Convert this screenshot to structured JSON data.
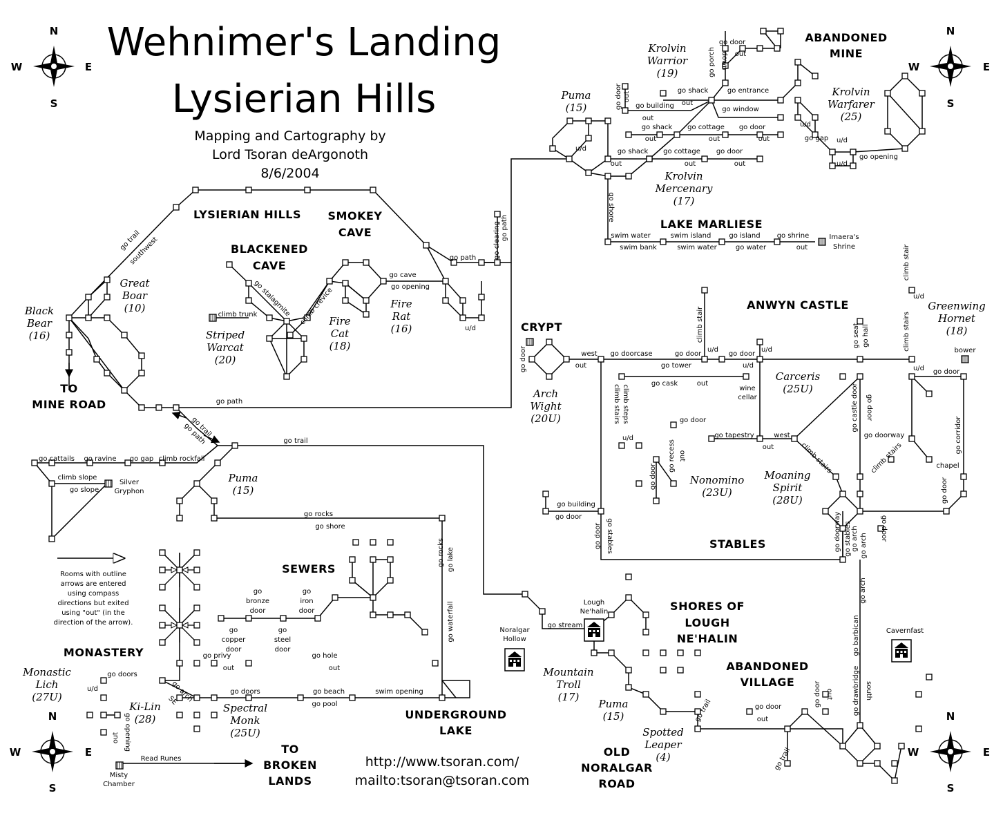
{
  "title": {
    "line1": "Wehnimer's Landing",
    "line2": "Lysierian Hills",
    "credit1": "Mapping and Cartography by",
    "credit2": "Lord Tsoran deArgonoth",
    "date": "8/6/2004"
  },
  "compass": {
    "n": "N",
    "s": "S",
    "e": "E",
    "w": "W"
  },
  "regions": {
    "lysierian_hills": "LYSIERIAN HILLS",
    "smokey_cave_1": "SMOKEY",
    "smokey_cave_2": "CAVE",
    "blackened_cave_1": "BLACKENED",
    "blackened_cave_2": "CAVE",
    "abandoned_mine_1": "ABANDONED",
    "abandoned_mine_2": "MINE",
    "lake_marliese": "LAKE MARLIESE",
    "anwyn_castle": "ANWYN CASTLE",
    "crypt": "CRYPT",
    "stables": "STABLES",
    "sewers": "SEWERS",
    "monastery": "MONASTERY",
    "underground_lake_1": "UNDERGROUND",
    "underground_lake_2": "LAKE",
    "shores_1": "SHORES OF",
    "shores_2": "LOUGH",
    "shores_3": "NE'HALIN",
    "abandoned_village_1": "ABANDONED",
    "abandoned_village_2": "VILLAGE",
    "to_mine_road_1": "TO",
    "to_mine_road_2": "MINE ROAD",
    "to_broken_1": "TO",
    "to_broken_2": "BROKEN",
    "to_broken_3": "LANDS",
    "old_noralgar_1": "OLD",
    "old_noralgar_2": "NORALGAR",
    "old_noralgar_3": "ROAD"
  },
  "mobs": {
    "black_bear": [
      "Black",
      "Bear",
      "(16)"
    ],
    "great_boar": [
      "Great",
      "Boar",
      "(10)"
    ],
    "striped_warcat": [
      "Striped",
      "Warcat",
      "(20)"
    ],
    "fire_cat": [
      "Fire",
      "Cat",
      "(18)"
    ],
    "fire_rat": [
      "Fire",
      "Rat",
      "(16)"
    ],
    "puma_top": [
      "Puma",
      "(15)"
    ],
    "krolvin_warrior": [
      "Krolvin",
      "Warrior",
      "(19)"
    ],
    "krolvin_warfarer": [
      "Krolvin",
      "Warfarer",
      "(25)"
    ],
    "krolvin_mercenary": [
      "Krolvin",
      "Mercenary",
      "(17)"
    ],
    "greenwing_hornet": [
      "Greenwing",
      "Hornet",
      "(18)"
    ],
    "arch_wight": [
      "Arch",
      "Wight",
      "(20U)"
    ],
    "carceris": [
      "Carceris",
      "(25U)"
    ],
    "nonomino": [
      "Nonomino",
      "(23U)"
    ],
    "moaning_spirit": [
      "Moaning",
      "Spirit",
      "(28U)"
    ],
    "puma_mid": [
      "Puma",
      "(15)"
    ],
    "monastic_lich": [
      "Monastic",
      "Lich",
      "(27U)"
    ],
    "ki_lin": [
      "Ki-Lin",
      "(28)"
    ],
    "spectral_monk": [
      "Spectral",
      "Monk",
      "(25U)"
    ],
    "mountain_troll": [
      "Mountain",
      "Troll",
      "(17)"
    ],
    "puma_low": [
      "Puma",
      "(15)"
    ],
    "spotted_leaper": [
      "Spotted",
      "Leaper",
      "(4)"
    ]
  },
  "places": {
    "silver_gryphon": [
      "Silver",
      "Gryphon"
    ],
    "imaeras_shrine": [
      "Imaera's",
      "Shrine"
    ],
    "wine_cellar": [
      "wine",
      "cellar"
    ],
    "bower": "bower",
    "chapel": "chapel",
    "lough_nehalin": [
      "Lough",
      "Ne'halin"
    ],
    "noralgar_hollow": [
      "Noralgar",
      "Hollow"
    ],
    "cavernfast": "Cavernfast",
    "misty_chamber": [
      "Misty",
      "Chamber"
    ]
  },
  "paths": {
    "go_trail": "go trail",
    "southwest": "southwest",
    "go_path": "go path",
    "go_clearing": "go clearing",
    "go_cave": "go cave",
    "go_opening": "go opening",
    "climb_trunk": "climb trunk",
    "go_stalagmite": "go stalagmite",
    "climb_crevice": "climb crevice",
    "ud": "u/d",
    "go_door": "go door",
    "out": "out",
    "down": "down",
    "go_porch": "go porch",
    "go_shack": "go shack",
    "go_entrance": "go entrance",
    "go_building": "go building",
    "go_window": "go window",
    "go_cottage": "go cottage",
    "go_gap": "go gap",
    "go_shore": "go shore",
    "swim_water": "swim water",
    "swim_island": "swim island",
    "go_island": "go island",
    "go_shrine": "go shrine",
    "swim_bank": "swim bank",
    "go_water": "go water",
    "climb_stair": "climb stair",
    "climb_stairs": "climb stairs",
    "go_seat": "go seat",
    "go_hall": "go hall",
    "west": "west",
    "go_doorcase": "go doorcase",
    "go_tower": "go tower",
    "go_cask": "go cask",
    "climb_steps": "climb steps",
    "go_tapestry": "go tapestry",
    "go_recess": "go recess",
    "go_castle_door": "go castle door",
    "go_doorway": "go doorway",
    "go_corridor": "go corridor",
    "go_stables": "go stables",
    "go_arch": "go arch",
    "go_barbican": "go barbican",
    "go_drawbridge": "go drawbridge",
    "south": "south",
    "go_cattails": "go cattails",
    "go_ravine": "go ravine",
    "climb_rockfall": "climb rockfall",
    "climb_slope": "climb slope",
    "go_slope": "go slope",
    "go_rocks": "go rocks",
    "go_lake": "go lake",
    "go_waterfall": "go waterfall",
    "go_stream": "go stream",
    "go_bronze_door": [
      "go",
      "bronze",
      "door"
    ],
    "go_iron_door": [
      "go",
      "iron",
      "door"
    ],
    "go_copper_door": [
      "go",
      "copper",
      "door"
    ],
    "go_steel_door": [
      "go",
      "steel",
      "door"
    ],
    "go_privy": "go privy",
    "go_hole": "go hole",
    "go_doors": "go doors",
    "go_beach": "go beach",
    "go_pool": "go pool",
    "swim_opening": "swim opening",
    "se": "SE",
    "read_runes": "Read Runes"
  },
  "legend": [
    "Rooms with outline",
    "arrows are entered",
    "using compass",
    "directions but exited",
    "using \"out\" (in the",
    "direction of the arrow)."
  ],
  "links": {
    "url": "http://www.tsoran.com/",
    "mail": "mailto:tsoran@tsoran.com"
  }
}
